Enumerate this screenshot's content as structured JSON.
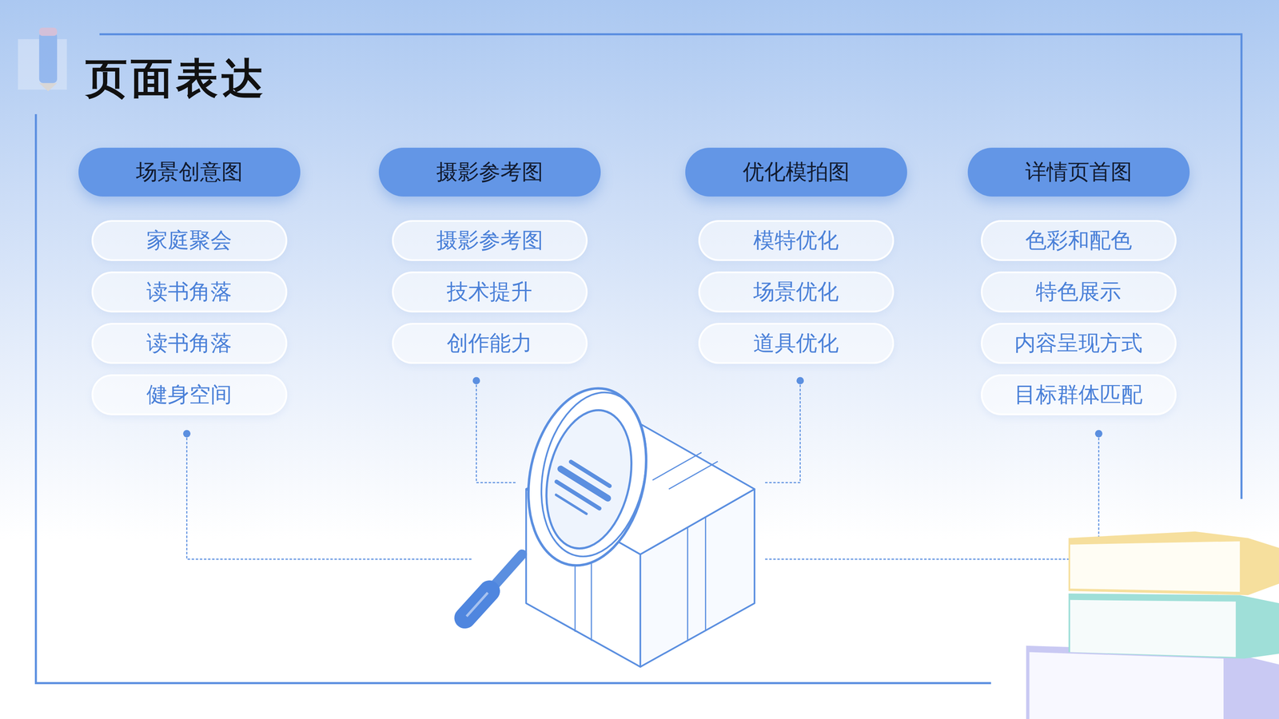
{
  "diagram": {
    "title": "页面表达",
    "nodes": [
      {
        "text": [
          "场景创意图"
        ]
      },
      {
        "text": [
          "家庭聚会"
        ]
      },
      {
        "text": [
          "读书角落"
        ]
      },
      {
        "text": [
          "读书角落"
        ]
      },
      {
        "text": [
          "健身空间"
        ]
      },
      {
        "text": [
          "摄影参考图"
        ]
      },
      {
        "text": [
          "摄影参考图"
        ]
      },
      {
        "text": [
          "技术提升"
        ]
      },
      {
        "text": [
          "创作能力"
        ]
      },
      {
        "text": [
          "优化模拍图"
        ]
      },
      {
        "text": [
          "模特优化"
        ]
      },
      {
        "text": [
          "场景优化"
        ]
      },
      {
        "text": [
          "道具优化"
        ]
      },
      {
        "text": [
          "详情页首图"
        ]
      },
      {
        "text": [
          "色彩和配色"
        ]
      },
      {
        "text": [
          "特色展示"
        ]
      },
      {
        "text": [
          "内容呈现方式"
        ]
      },
      {
        "text": [
          "目标群体匹配"
        ]
      }
    ]
  }
}
